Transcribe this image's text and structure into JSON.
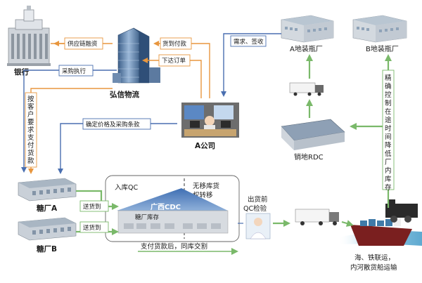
{
  "nodes": {
    "bank": "银行",
    "hongxin": "弘信物流",
    "company_a": "A公司",
    "factory_a": "A地装瓶厂",
    "factory_b": "B地装瓶厂",
    "rdc": "销地RDC",
    "sugar_a": "糖厂A",
    "sugar_b": "糖厂B",
    "inbound_qc": "入库QC",
    "no_move": [
      "无移库货",
      "权转移"
    ],
    "guangxi_cdc": "广西CDC",
    "sugar_stock": "糖厂库存",
    "outbound_qc": [
      "出货前",
      "QC检验"
    ],
    "sea_rail": [
      "海、铁联运，",
      "内河散货船运输"
    ]
  },
  "edges": {
    "supply_chain_finance": "供应链融资",
    "payment_on_arrival": "货到付款",
    "demand_sign": "需求、签收",
    "place_order": "下达订单",
    "purchase_exec": "采购执行",
    "pay_by_request": [
      "按",
      "客",
      "户",
      "要",
      "求",
      "支",
      "付",
      "货",
      "款"
    ],
    "confirm_price": "确定价格及采购条款",
    "deliver_a": "送货到",
    "deliver_b": "送货到",
    "after_payment": "支付货款后，同库交割",
    "precise_control": [
      "精",
      "确",
      "控",
      "制",
      "在",
      "途",
      "时",
      "间",
      "降",
      "低",
      "厂",
      "内",
      "库",
      "存"
    ]
  }
}
